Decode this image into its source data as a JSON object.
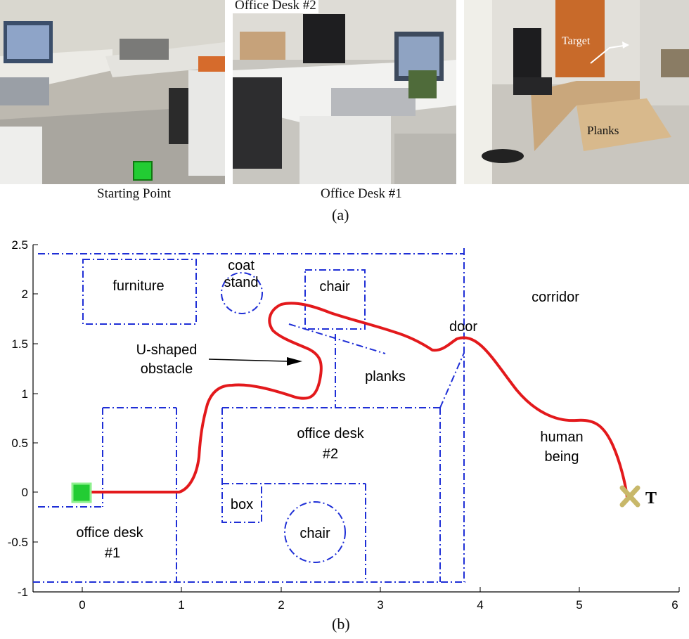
{
  "photos": {
    "photo1": {
      "caption": "Starting Point"
    },
    "photo2": {
      "top_caption": "Office Desk #2",
      "bottom_caption": "Office Desk #1"
    },
    "photo3": {
      "target_label": "Target",
      "planks_label": "Planks"
    }
  },
  "panel_labels": {
    "a": "(a)",
    "b": "(b)"
  },
  "map": {
    "x_ticks": [
      "0",
      "1",
      "2",
      "3",
      "4",
      "5",
      "6"
    ],
    "y_ticks": [
      "2.5",
      "2",
      "1.5",
      "1",
      "0.5",
      "0",
      "-0.5",
      "-1"
    ],
    "labels": {
      "furniture": "furniture",
      "coat": "coat",
      "stand": "stand",
      "chair_top": "chair",
      "corridor": "corridor",
      "door": "door",
      "u_shaped": "U-shaped",
      "obstacle": "obstacle",
      "planks": "planks",
      "office_desk_2_a": "office desk",
      "office_desk_2_b": "#2",
      "box": "box",
      "chair_bottom": "chair",
      "office_desk_1_a": "office desk",
      "office_desk_1_b": "#1",
      "human_a": "human",
      "human_b": "being",
      "target": "T"
    },
    "colors": {
      "path": "#e3191c",
      "obstacles": "#1f2fd6",
      "start": "#22cc33",
      "target": "#c8b86a"
    }
  }
}
